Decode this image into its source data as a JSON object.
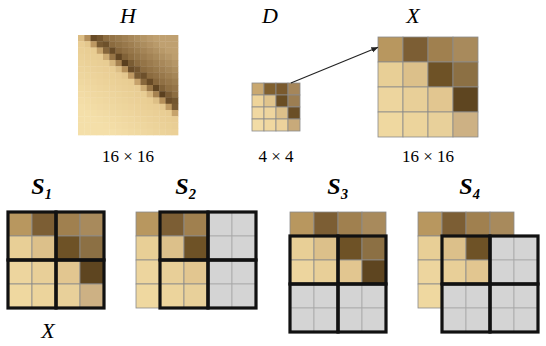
{
  "diagram": {
    "nodes": [
      {
        "text": [
          "H",
          "16 × 16"
        ]
      },
      {
        "text": [
          "D",
          "4 × 4"
        ]
      },
      {
        "text": [
          "X",
          "16 × 16"
        ]
      },
      {
        "text": [
          "S₁",
          "X"
        ]
      },
      {
        "text": [
          "S₂"
        ]
      },
      {
        "text": [
          "S₃"
        ]
      },
      {
        "text": [
          "S₄"
        ]
      }
    ],
    "edges": [
      {
        "from": 1,
        "to": 2,
        "arrow": "to"
      }
    ]
  }
}
